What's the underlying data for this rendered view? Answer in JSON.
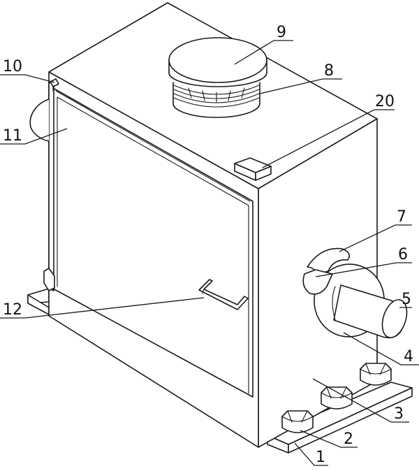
{
  "figure": {
    "callouts": [
      {
        "id": "c1",
        "text": "1"
      },
      {
        "id": "c2",
        "text": "2"
      },
      {
        "id": "c3",
        "text": "3"
      },
      {
        "id": "c4",
        "text": "4"
      },
      {
        "id": "c5",
        "text": "5"
      },
      {
        "id": "c6",
        "text": "6"
      },
      {
        "id": "c7",
        "text": "7"
      },
      {
        "id": "c8",
        "text": "8"
      },
      {
        "id": "c9",
        "text": "9"
      },
      {
        "id": "c10",
        "text": "10"
      },
      {
        "id": "c11",
        "text": "11"
      },
      {
        "id": "c12",
        "text": "12"
      },
      {
        "id": "c20",
        "text": "20"
      }
    ]
  }
}
